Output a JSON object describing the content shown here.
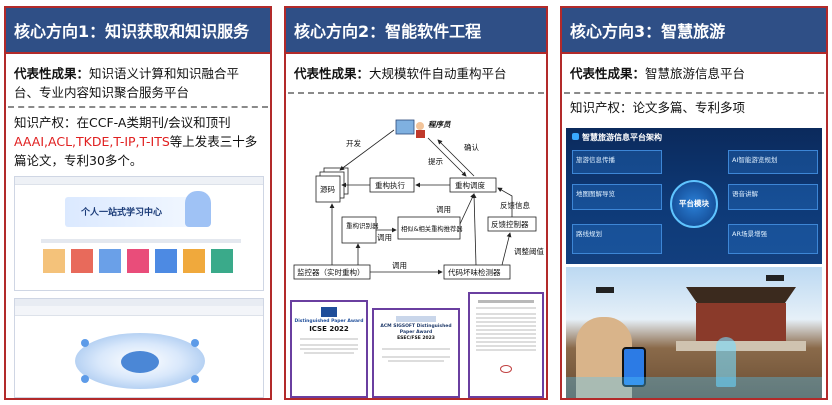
{
  "col1": {
    "title": "核心方向1：知识获取和知识服务",
    "rep_label": "代表性成果",
    "rep_text": "知识语义计算和知识融合平台、专业内容知识聚合服务平台",
    "ip_label": "知识产权：",
    "ip_pre": "在CCF-A类期刊/会议和顶刊",
    "ip_red": "AAAI,ACL,TKDE,T-IP,T-ITS",
    "ip_post": "等上发表三十多篇论文，专利30多个。",
    "banner_text": "个人一站式学习中心"
  },
  "col2": {
    "title": "核心方向2：智能软件工程",
    "rep_label": "代表性成果",
    "rep_text": "大规模软件自动重构平台",
    "diagram": {
      "programmer": "程序员",
      "develop": "开发",
      "confirm": "确认",
      "prompt": "提示",
      "source": "源码",
      "refactor_exec": "重构执行",
      "refactor_adjust": "重构调度",
      "feedback_info": "反馈信息",
      "refactor_recognizer": "重构识别器",
      "call1": "调用",
      "recommender": "相似&相关重构推荐器",
      "call2": "调用",
      "feedback_ctrl": "反馈控制器",
      "threshold": "调整阈值",
      "monitor": "监控器（实时重构）",
      "call3": "调用",
      "smell_detector": "代码坏味检测器"
    },
    "cert1": {
      "title": "Distinguished Paper Award",
      "venue": "ICSE 2022"
    },
    "cert2": {
      "title": "ACM SIGSOFT Distinguished Paper Award",
      "venue": "ESEC/FSE 2023"
    }
  },
  "col3": {
    "title": "核心方向3：智慧旅游",
    "rep_label": "代表性成果",
    "rep_text": "智慧旅游信息平台",
    "ip_text": "知识产权：论文多篇、专利多项",
    "platform_title": "智慧旅游信息平台架构",
    "center_label": "平台模块",
    "modules": [
      "旅游信息传播",
      "AI智能游览规划",
      "地图图解导览",
      "语音讲解",
      "路线规划",
      "AR场景增强"
    ]
  }
}
